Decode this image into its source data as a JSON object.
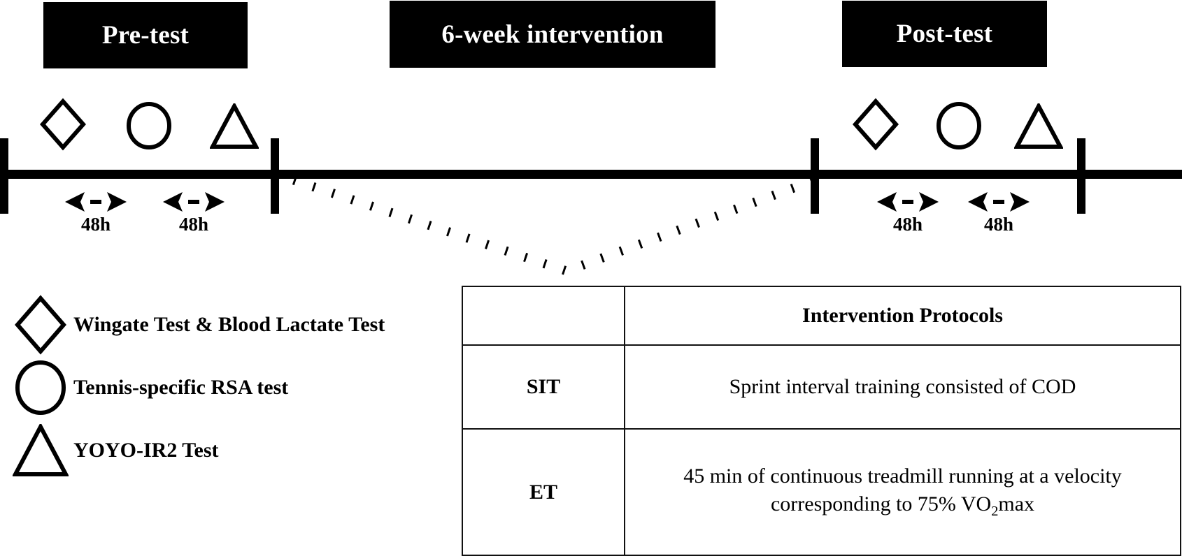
{
  "phases": [
    {
      "id": "pre",
      "label": "Pre-test"
    },
    {
      "id": "int",
      "label": "6-week intervention"
    },
    {
      "id": "post",
      "label": "Post-test"
    }
  ],
  "timeline": {
    "intervals": [
      {
        "id": "pre-1",
        "label": "48h"
      },
      {
        "id": "pre-2",
        "label": "48h"
      },
      {
        "id": "post-1",
        "label": "48h"
      },
      {
        "id": "post-2",
        "label": "48h"
      }
    ],
    "pre_test_symbols": [
      "diamond",
      "circle",
      "triangle"
    ],
    "post_test_symbols": [
      "diamond",
      "circle",
      "triangle"
    ]
  },
  "legend": [
    {
      "symbol": "diamond",
      "label": "Wingate Test & Blood Lactate Test"
    },
    {
      "symbol": "circle",
      "label": "Tennis-specific RSA test"
    },
    {
      "symbol": "triangle",
      "label": "YOYO-IR2 Test"
    }
  ],
  "table": {
    "header": {
      "key": "",
      "value": "Intervention Protocols"
    },
    "rows": [
      {
        "key": "SIT",
        "value": "Sprint interval training consisted of COD"
      },
      {
        "key": "ET",
        "value_line1": "45 min of continuous treadmill running at a velocity",
        "value_line2_pre": "corresponding to 75% VO",
        "value_sub": "2",
        "value_line2_post": "max"
      }
    ]
  },
  "colors": {
    "ink": "#000000",
    "paper": "#ffffff",
    "rule": "#111111"
  }
}
